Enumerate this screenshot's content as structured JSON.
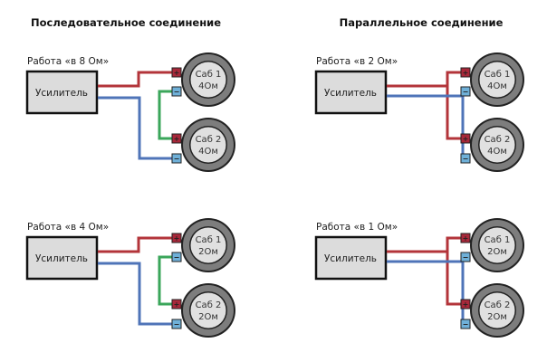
{
  "titles": {
    "series": "Последовательное соединение",
    "parallel": "Параллельное соединение"
  },
  "colors": {
    "positive_wire": "#b3343a",
    "negative_wire": "#4f74b8",
    "bridge_wire": "#3aa65a",
    "positive_terminal": "#a8283a",
    "negative_terminal": "#6fb0d8",
    "speaker_ring": "#7d7d7d",
    "speaker_cone": "#e0e0e0",
    "amp_fill": "#dcdcdc"
  },
  "diagrams": [
    {
      "id": "series-8ohm",
      "mode_label": "Работа «в 8 Ом»",
      "amp_label": "Усилитель",
      "connection": "series",
      "subs": [
        {
          "name": "Саб 1",
          "impedance": "4Ом"
        },
        {
          "name": "Саб 2",
          "impedance": "4Ом"
        }
      ]
    },
    {
      "id": "parallel-2ohm",
      "mode_label": "Работа «в 2 Ом»",
      "amp_label": "Усилитель",
      "connection": "parallel",
      "subs": [
        {
          "name": "Саб 1",
          "impedance": "4Ом"
        },
        {
          "name": "Саб 2",
          "impedance": "4Ом"
        }
      ]
    },
    {
      "id": "series-4ohm",
      "mode_label": "Работа «в 4 Ом»",
      "amp_label": "Усилитель",
      "connection": "series",
      "subs": [
        {
          "name": "Саб 1",
          "impedance": "2Ом"
        },
        {
          "name": "Саб 2",
          "impedance": "2Ом"
        }
      ]
    },
    {
      "id": "parallel-1ohm",
      "mode_label": "Работа «в 1 Ом»",
      "amp_label": "Усилитель",
      "connection": "parallel",
      "subs": [
        {
          "name": "Саб 1",
          "impedance": "2Ом"
        },
        {
          "name": "Саб 2",
          "impedance": "2Ом"
        }
      ]
    }
  ],
  "terminal_symbols": {
    "positive": "+",
    "negative": "−"
  }
}
